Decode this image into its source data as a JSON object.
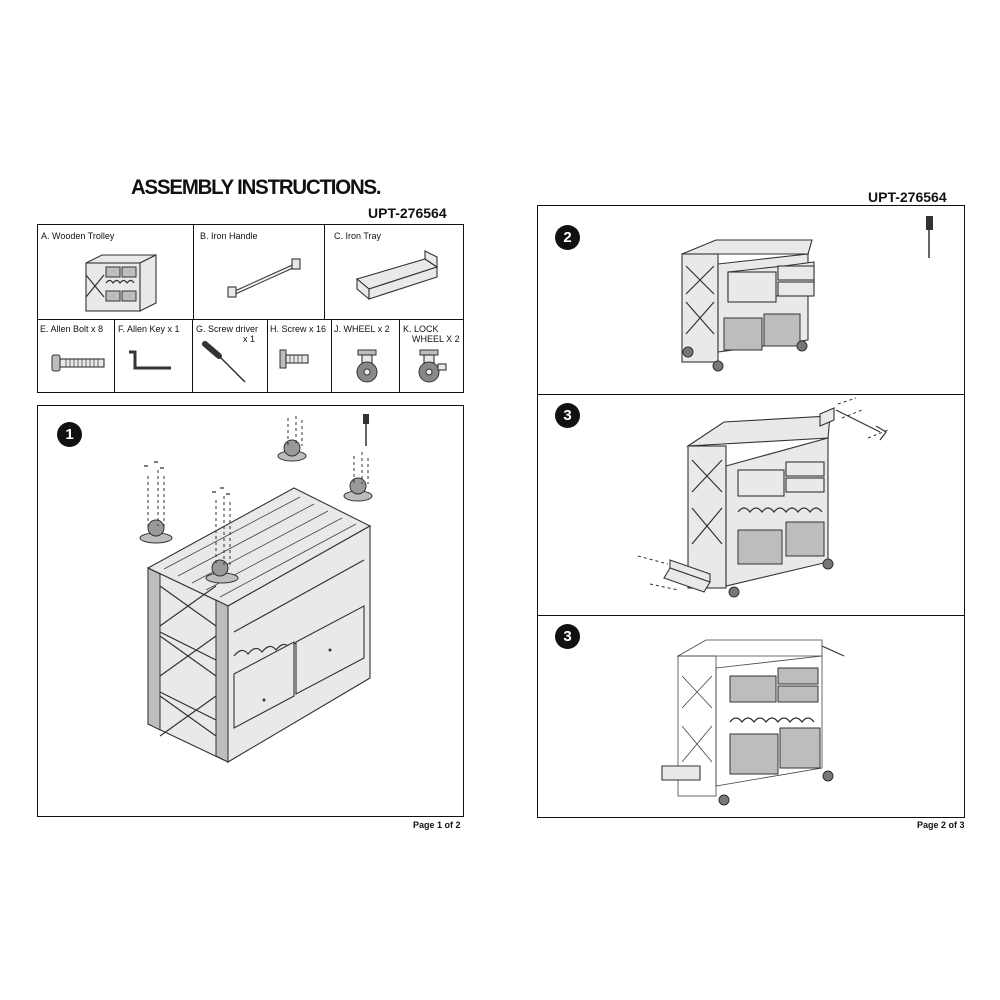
{
  "page1": {
    "title": "ASSEMBLY INSTRUCTIONS.",
    "model": "UPT-276564",
    "parts_top": [
      {
        "label": "A. Wooden Trolley",
        "icon": "wooden-trolley-icon"
      },
      {
        "label": "B. Iron Handle",
        "icon": "iron-handle-icon"
      },
      {
        "label": "C. Iron Tray",
        "icon": "iron-tray-icon"
      }
    ],
    "parts_bottom": [
      {
        "label": "E. Allen Bolt x 8",
        "icon": "allen-bolt-icon"
      },
      {
        "label": "F. Allen Key x 1",
        "icon": "allen-key-icon"
      },
      {
        "label_line1": "G. Screw driver",
        "label_line2": "x 1",
        "icon": "screwdriver-icon"
      },
      {
        "label": "H. Screw x 16",
        "icon": "screw-icon"
      },
      {
        "label": "J. WHEEL x 2",
        "icon": "wheel-icon"
      },
      {
        "label_line1": "K. LOCK",
        "label_line2": "WHEEL X 2",
        "icon": "lock-wheel-icon"
      }
    ],
    "step": "1",
    "page_number": "Page 1 of 2"
  },
  "page2": {
    "model": "UPT-276564",
    "steps": [
      "2",
      "3",
      "3"
    ],
    "page_number": "Page 2 of 3"
  }
}
